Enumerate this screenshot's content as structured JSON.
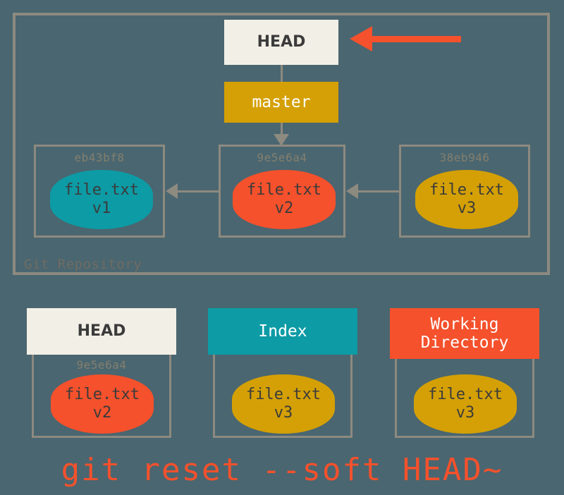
{
  "diagram": {
    "caption": "git reset --soft HEAD~",
    "repository_label": "Git Repository",
    "colors": {
      "background": "#4a6670",
      "border": "#8d8a80",
      "cream": "#f2efe6",
      "teal": "#0d9ba5",
      "red": "#f4512c",
      "gold": "#d4a005",
      "hash_text": "#847f6e"
    }
  },
  "repository": {
    "head_pointer": {
      "label": "HEAD"
    },
    "branch_pointer": {
      "label": "master"
    },
    "commits": [
      {
        "hash": "eb43bf8",
        "file": "file.txt",
        "version": "v1",
        "color": "teal"
      },
      {
        "hash": "9e5e6a4",
        "file": "file.txt",
        "version": "v2",
        "color": "red"
      },
      {
        "hash": "38eb946",
        "file": "file.txt",
        "version": "v3",
        "color": "gold"
      }
    ]
  },
  "trees": [
    {
      "title": "HEAD",
      "hash": "9e5e6a4",
      "file": "file.txt",
      "version": "v2",
      "color": "red",
      "header_style": "cream"
    },
    {
      "title": "Index",
      "hash": "",
      "file": "file.txt",
      "version": "v3",
      "color": "gold",
      "header_style": "teal"
    },
    {
      "title": "Working\nDirectory",
      "title_line1": "Working",
      "title_line2": "Directory",
      "hash": "",
      "file": "file.txt",
      "version": "v3",
      "color": "gold",
      "header_style": "red"
    }
  ],
  "annotation": {
    "arrow_target": "HEAD",
    "arrow_direction": "left"
  }
}
